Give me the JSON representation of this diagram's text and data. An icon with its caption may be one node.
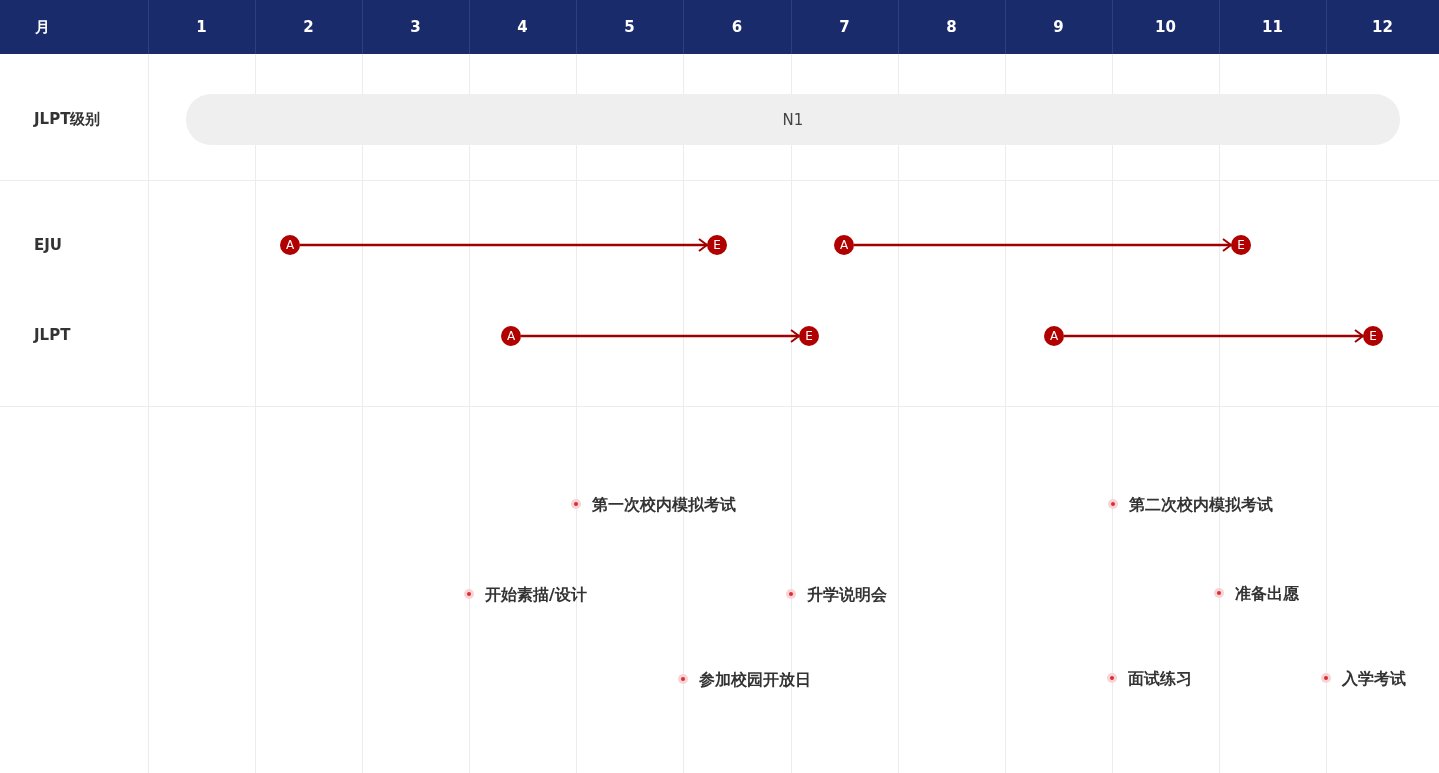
{
  "diagram": {
    "nodes": [
      {
        "text": [
          "N1"
        ]
      },
      {
        "text": [
          "A"
        ]
      },
      {
        "text": [
          "E"
        ]
      },
      {
        "text": [
          "A"
        ]
      },
      {
        "text": [
          "E"
        ]
      },
      {
        "text": [
          "A"
        ]
      },
      {
        "text": [
          "E"
        ]
      },
      {
        "text": [
          "A"
        ]
      },
      {
        "text": [
          "E"
        ]
      }
    ],
    "edges": [
      {
        "from": 1,
        "to": 2,
        "arrow": "to"
      },
      {
        "from": 3,
        "to": 4,
        "arrow": "to"
      },
      {
        "from": 5,
        "to": 6,
        "arrow": "to"
      },
      {
        "from": 7,
        "to": 8,
        "arrow": "to"
      }
    ],
    "labels": [
      "月",
      "1",
      "2",
      "3",
      "4",
      "5",
      "6",
      "7",
      "8",
      "9",
      "10",
      "11",
      "12",
      "JLPT级别",
      "EJU",
      "JLPT",
      "第一次校内模拟考试",
      "第二次校内模拟考试",
      "开始素描/设计",
      "升学说明会",
      "准备出愿",
      "参加校园开放日",
      "面试练习",
      "入学考试"
    ]
  }
}
